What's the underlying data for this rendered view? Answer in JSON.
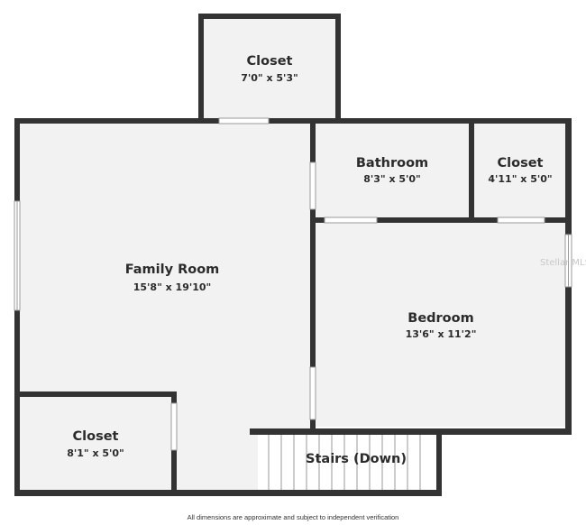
{
  "rooms": {
    "closet_top": {
      "name": "Closet",
      "dim": "7'0\" x 5'3\""
    },
    "family_room": {
      "name": "Family Room",
      "dim": "15'8\" x 19'10\""
    },
    "bathroom": {
      "name": "Bathroom",
      "dim": "8'3\" x 5'0\""
    },
    "closet_right": {
      "name": "Closet",
      "dim": "4'11\" x 5'0\""
    },
    "bedroom": {
      "name": "Bedroom",
      "dim": "13'6\" x 11'2\""
    },
    "closet_bottom": {
      "name": "Closet",
      "dim": "8'1\" x 5'0\""
    },
    "stairs": {
      "name": "Stairs (Down)"
    }
  },
  "watermark": "Stellar MLS",
  "footnote": "All dimensions are approximate and subject to independent verification",
  "colors": {
    "wall": "#333333",
    "floor": "#f2f2f2",
    "opening": "#ffffff"
  }
}
